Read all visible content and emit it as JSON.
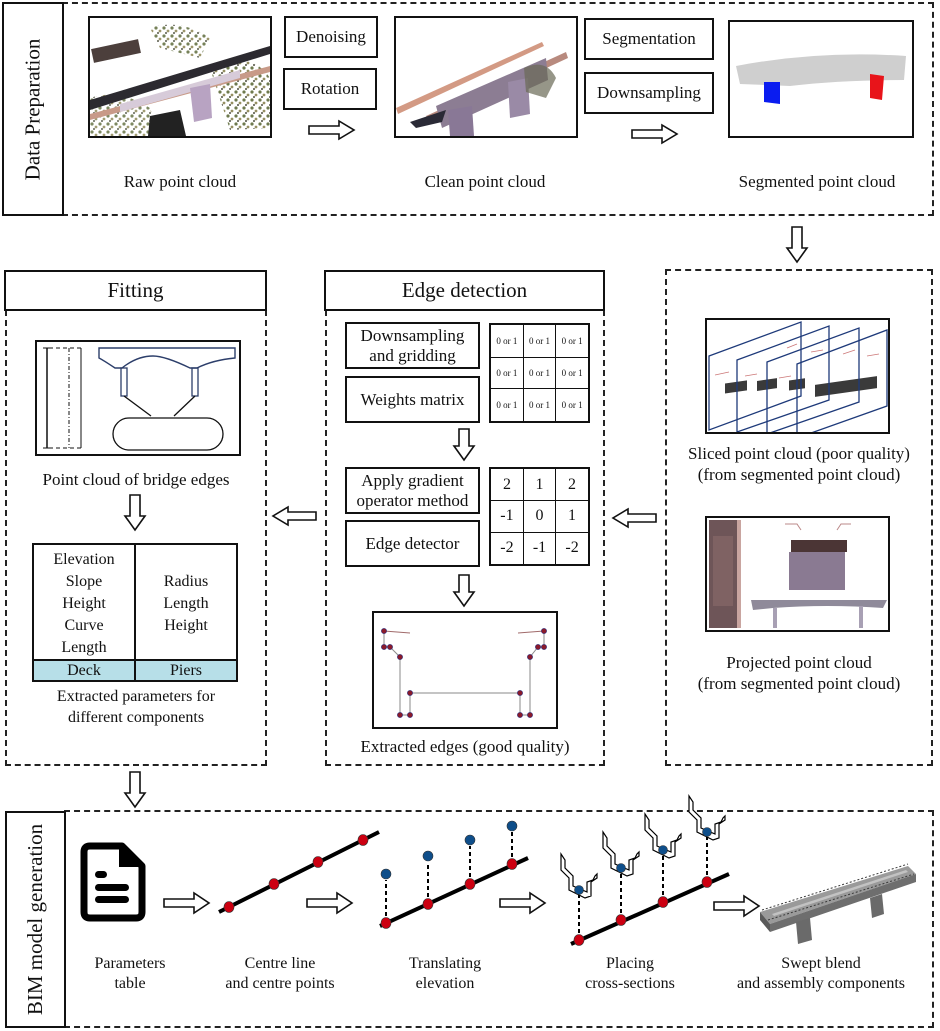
{
  "data_preparation": {
    "label": "Data Preparation",
    "steps": [
      {
        "caption": "Raw point cloud"
      },
      {
        "caption": "Clean point cloud"
      },
      {
        "caption": "Segmented point cloud"
      }
    ],
    "ops_1": [
      "Denoising",
      "Rotation"
    ],
    "ops_2": [
      "Segmentation",
      "Downsampling"
    ],
    "colors": {
      "pier_left": "#0a1cf0",
      "pier_right": "#e8141a",
      "deck": "#cfcfcf"
    }
  },
  "slicing": {
    "sliced_caption_1": "Sliced point cloud (poor quality)",
    "sliced_caption_2": "(from segmented point cloud)",
    "projected_caption_1": "Projected point cloud",
    "projected_caption_2": "(from segmented point cloud)"
  },
  "edge_detection": {
    "title": "Edge detection",
    "step_1": [
      "Downsampling",
      "and gridding"
    ],
    "step_2": "Weights matrix",
    "binary_grid": [
      [
        "0 or 1",
        "0 or 1",
        "0 or 1"
      ],
      [
        "0 or 1",
        "0 or 1",
        "0 or 1"
      ],
      [
        "0 or 1",
        "0 or 1",
        "0 or 1"
      ]
    ],
    "step_3": [
      "Apply gradient",
      "operator method"
    ],
    "step_4": "Edge detector",
    "operator_grid": [
      [
        "2",
        "1",
        "2"
      ],
      [
        "-1",
        "0",
        "1"
      ],
      [
        "-2",
        "-1",
        "-2"
      ]
    ],
    "result_caption": "Extracted edges (good quality)",
    "colors": {
      "edge_point": "#8b1a2a",
      "edge_point_outline": "#2a2a7a"
    }
  },
  "fitting": {
    "title": "Fitting",
    "edges_caption": "Point cloud of bridge edges",
    "table": {
      "deck_params": [
        "Elevation",
        "Slope",
        "Height",
        "Curve",
        "Length"
      ],
      "pier_params": [
        "Radius",
        "Length",
        "Height"
      ],
      "footer": [
        "Deck",
        "Piers"
      ],
      "footer_color": "#b7dfe8"
    },
    "params_caption_1": "Extracted parameters for",
    "params_caption_2": "different components"
  },
  "bim": {
    "label": "BIM model generation",
    "steps": [
      {
        "line1": "Parameters",
        "line2": "table"
      },
      {
        "line1": "Centre line",
        "line2": "and centre points"
      },
      {
        "line1": "Translating",
        "line2": "elevation"
      },
      {
        "line1": "Placing",
        "line2": "cross-sections"
      },
      {
        "line1": "Swept blend",
        "line2": "and assembly components"
      }
    ],
    "colors": {
      "centre_point": "#cc0011",
      "elevation_point": "#0e4e8a"
    }
  }
}
